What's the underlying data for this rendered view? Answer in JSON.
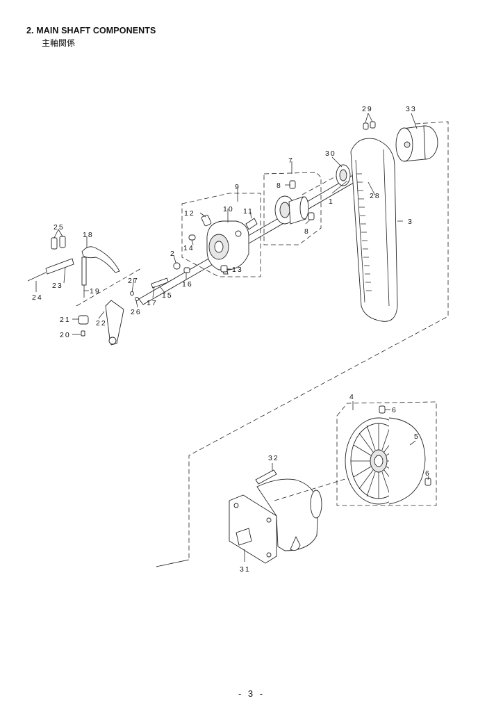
{
  "section": {
    "title": "2.  MAIN SHAFT COMPONENTS",
    "subtitle": "主軸関係",
    "page_number": "- 3 -"
  },
  "callouts": [
    "29",
    "33",
    "30",
    "7",
    "8",
    "1",
    "28",
    "9",
    "12",
    "10",
    "11",
    "8",
    "3",
    "25",
    "18",
    "2",
    "14",
    "13",
    "27",
    "16",
    "23",
    "24",
    "19",
    "15",
    "17",
    "26",
    "21",
    "22",
    "20",
    "4",
    "6",
    "5",
    "32",
    "6",
    "31"
  ]
}
